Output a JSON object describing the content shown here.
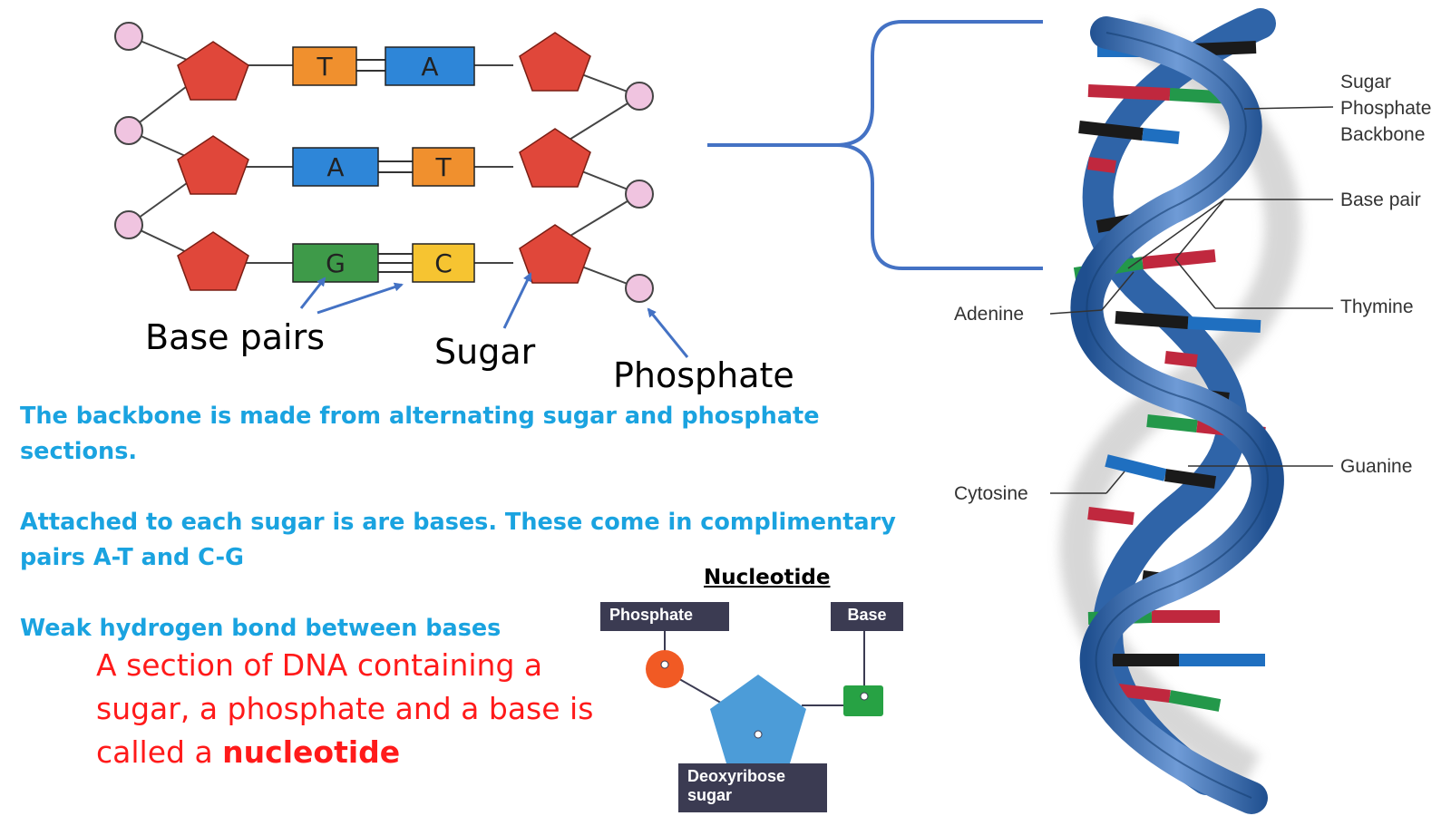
{
  "strand": {
    "rows": [
      {
        "left_base": "T",
        "right_base": "A",
        "left_color": "#f0902e",
        "right_color": "#2e86d8",
        "bonds": 2
      },
      {
        "left_base": "A",
        "right_base": "T",
        "left_color": "#2e86d8",
        "right_color": "#f0902e",
        "bonds": 2
      },
      {
        "left_base": "G",
        "right_base": "C",
        "left_color": "#3e9a49",
        "right_color": "#f6c431",
        "bonds": 3
      }
    ],
    "sugar_color": "#e0473a",
    "phosphate_color": "#f0c4e0",
    "labels": {
      "base_pairs": "Base pairs",
      "sugar": "Sugar",
      "phosphate": "Phosphate"
    }
  },
  "notes": {
    "line1": "The backbone is made from alternating sugar and phosphate sections.",
    "line2a": "Attached to each sugar is are bases. These come in complimentary",
    "line2b": "pairs A-T and C-G",
    "line3": "Weak hydrogen bond between bases",
    "definition_a": "A section of DNA containing a",
    "definition_b": "sugar, a phosphate and a base is",
    "definition_c": "called a ",
    "definition_bold": "nucleotide",
    "text_color": "#1aa3e0",
    "definition_color": "#ff1a1a"
  },
  "nucleotide": {
    "title": "Nucleotide",
    "phosphate": "Phosphate",
    "base": "Base",
    "sugar_line1": "Deoxyribose",
    "sugar_line2": "sugar"
  },
  "helix": {
    "labels": {
      "backbone_1": "Sugar",
      "backbone_2": "Phosphate",
      "backbone_3": "Backbone",
      "base_pair": "Base pair",
      "thymine": "Thymine",
      "guanine": "Guanine",
      "adenine": "Adenine",
      "cytosine": "Cytosine"
    },
    "colors": {
      "ribbon": "#2f64a8",
      "adenine": "#1f6fc0",
      "thymine": "#c0283e",
      "guanine": "#23984a",
      "cytosine": "#1a1a1a"
    }
  }
}
